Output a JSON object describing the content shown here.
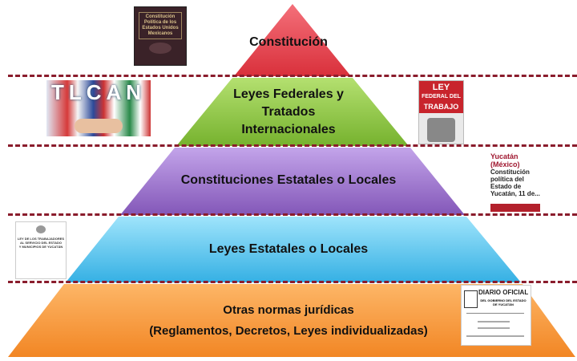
{
  "levels": [
    {
      "label": "Constitución",
      "color": "#e83a44"
    },
    {
      "label_lines": [
        "Leyes Federales y",
        "Tratados",
        "Internacionales"
      ],
      "color": "#8dc63f"
    },
    {
      "label": "Constituciones Estatales o Locales",
      "color": "#9a6ccc"
    },
    {
      "label": "Leyes Estatales o Locales",
      "color": "#4fc3ec"
    },
    {
      "label_lines": [
        "Otras normas jurídicas",
        "(Reglamentos, Decretos, Leyes individualizadas)"
      ],
      "color": "#f7953a"
    }
  ],
  "images": {
    "constitucion_book": "Constitución Política de los Estados Unidos Mexicanos",
    "tlcan": "TLCAN",
    "ley_federal": {
      "line1": "LEY",
      "line2": "FEDERAL DEL",
      "line3": "TRABAJO"
    },
    "yucatan": {
      "title1": "Yucatán",
      "title2": "(México)",
      "desc": [
        "Constitución",
        "política del",
        "Estado de",
        "Yucatán, 11 de..."
      ]
    },
    "ley_trabajadores": [
      "LEY DE LOS TRABAJADORES",
      "AL SERVICIO DEL ESTADO",
      "Y MUNICIPIOS DE YUCATÁN"
    ],
    "diario": {
      "title": "DIARIO OFICIAL",
      "sub": [
        "DEL GOBIERNO DEL ESTADO",
        "DE YUCATÁN"
      ]
    }
  }
}
